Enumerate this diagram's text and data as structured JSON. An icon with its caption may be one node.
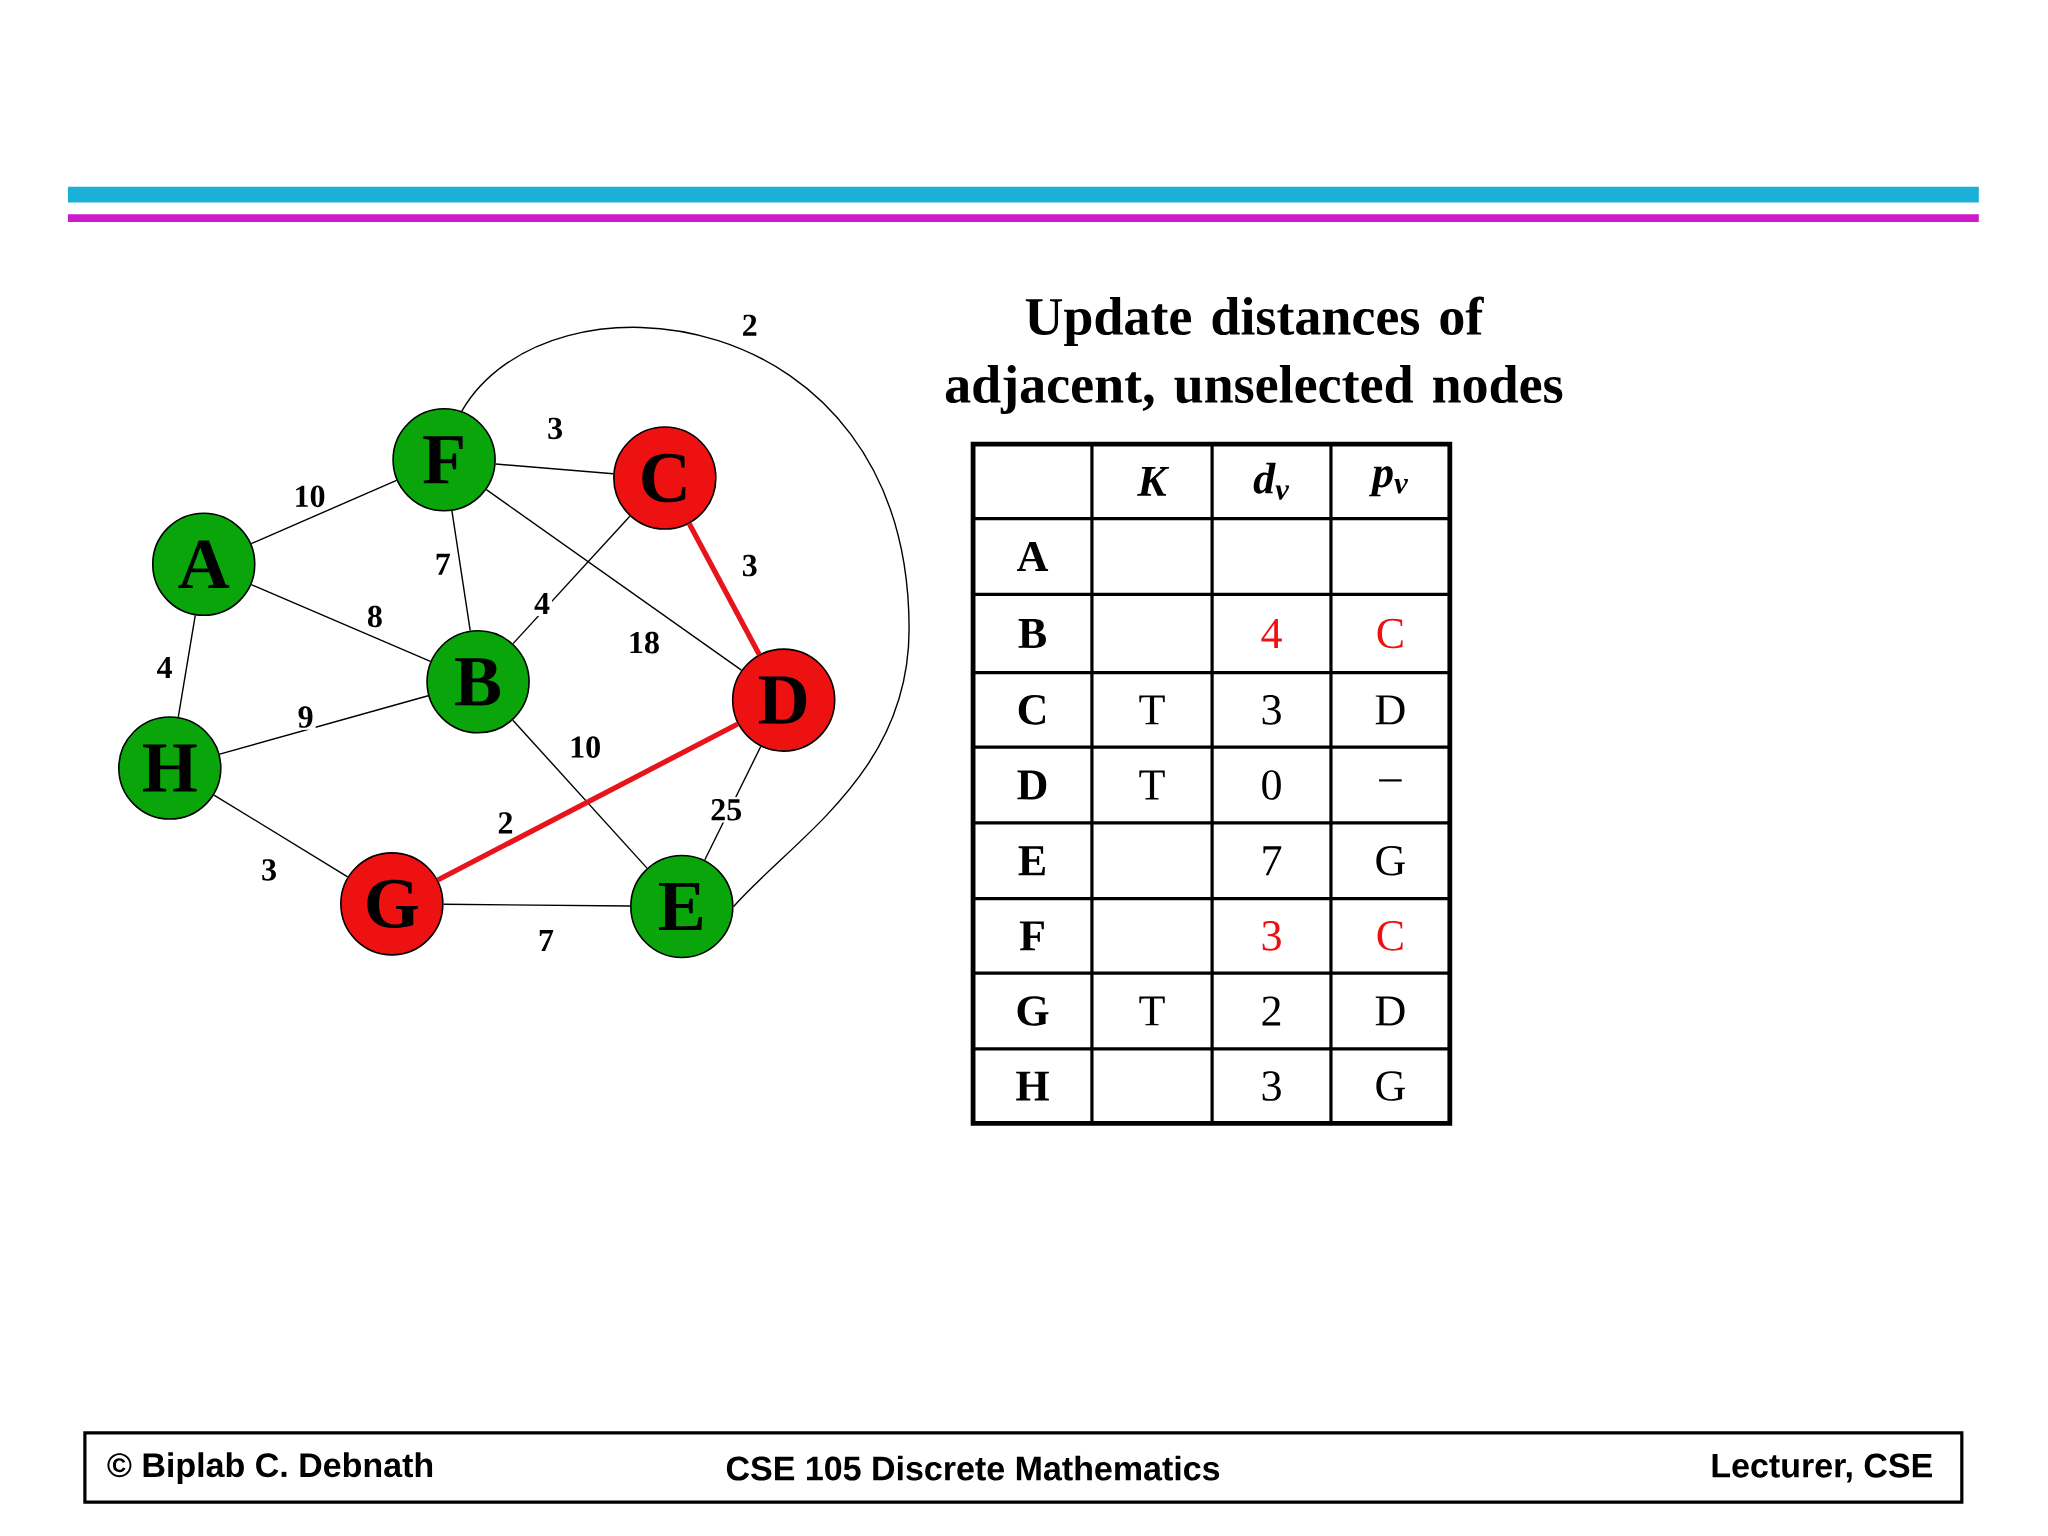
{
  "diagram": {
    "title": "Update distances of adjacent, unselected nodes",
    "nodes": [
      {
        "text": [
          "F"
        ]
      },
      {
        "text": [
          "C"
        ]
      },
      {
        "text": [
          "A"
        ]
      },
      {
        "text": [
          "B"
        ]
      },
      {
        "text": [
          "D"
        ]
      },
      {
        "text": [
          "H"
        ]
      },
      {
        "text": [
          "G"
        ]
      },
      {
        "text": [
          "E"
        ]
      }
    ],
    "edges": [
      {
        "from": 2,
        "to": 0,
        "arrow": "none",
        "label": "10"
      },
      {
        "from": 2,
        "to": 3,
        "arrow": "none",
        "label": "8"
      },
      {
        "from": 2,
        "to": 5,
        "arrow": "none",
        "label": "4"
      },
      {
        "from": 0,
        "to": 1,
        "arrow": "none",
        "label": "3"
      },
      {
        "from": 0,
        "to": 3,
        "arrow": "none",
        "label": "7"
      },
      {
        "from": 0,
        "to": 4,
        "arrow": "none",
        "label": "18"
      },
      {
        "from": 0,
        "to": 7,
        "arrow": "none",
        "label": "2"
      },
      {
        "from": 1,
        "to": 3,
        "arrow": "none",
        "label": "4"
      },
      {
        "from": 1,
        "to": 4,
        "arrow": "none",
        "label": "3",
        "style": "thick",
        "color": "#e8141c"
      },
      {
        "from": 5,
        "to": 3,
        "arrow": "none",
        "label": "9"
      },
      {
        "from": 5,
        "to": 6,
        "arrow": "none",
        "label": "3"
      },
      {
        "from": 3,
        "to": 7,
        "arrow": "none",
        "label": "10"
      },
      {
        "from": 4,
        "to": 6,
        "arrow": "none",
        "label": "2",
        "style": "thick",
        "color": "#e8141c"
      },
      {
        "from": 4,
        "to": 7,
        "arrow": "none",
        "label": "25"
      },
      {
        "from": 6,
        "to": 7,
        "arrow": "none",
        "label": "7"
      }
    ],
    "labels": [
      "K",
      "d$_{v}$",
      "p$_{v}$",
      "A",
      "B",
      "4",
      "C",
      "C",
      "T",
      "3",
      "D",
      "D",
      "T",
      "0",
      "–",
      "E",
      "7",
      "G",
      "F",
      "3",
      "C",
      "G",
      "T",
      "2",
      "D",
      "H",
      "3",
      "G",
      "© Biplab C. Debnath",
      "CSE 105  Discrete Mathematics",
      "Lecturer, CSE"
    ]
  }
}
